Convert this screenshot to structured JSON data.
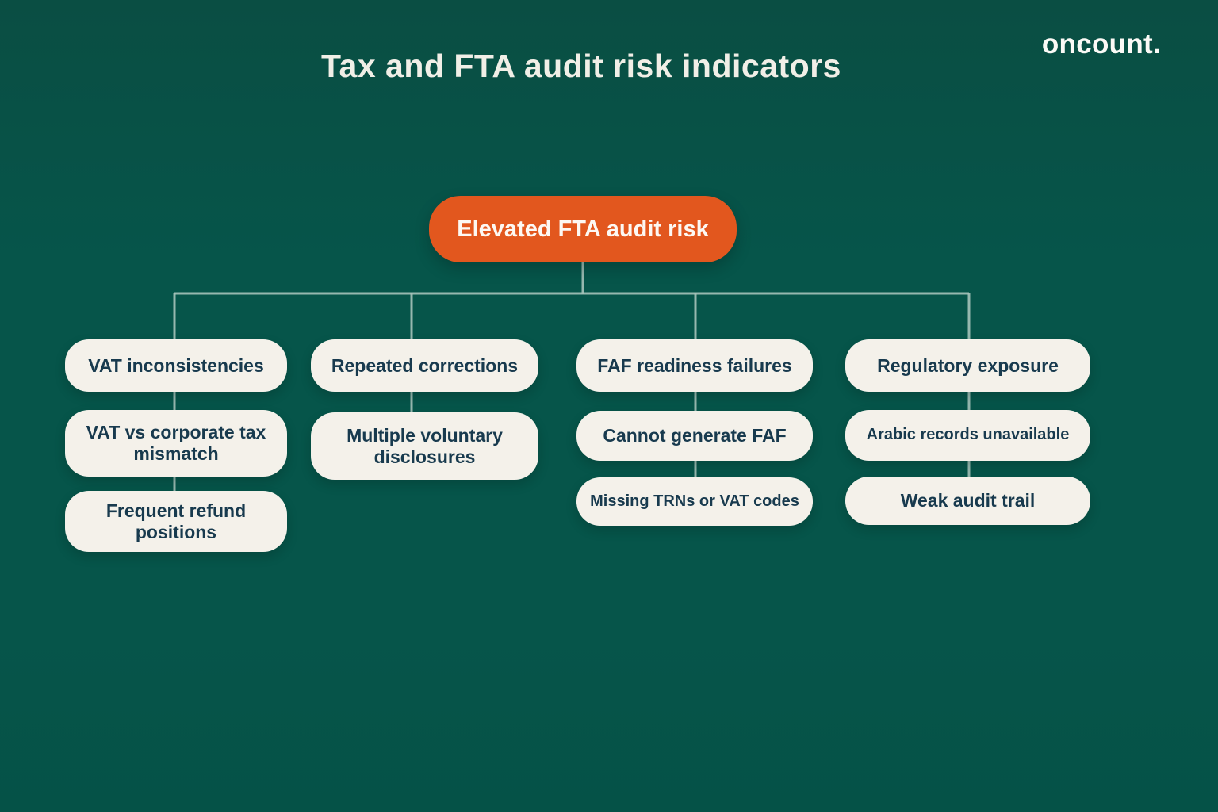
{
  "header": {
    "title": "Tax and FTA audit risk indicators",
    "brand": "oncount."
  },
  "colors": {
    "background": "#06554a",
    "accent_orange": "#e2571e",
    "node_fill": "#f4f1ea",
    "node_text": "#183a4e",
    "connector": "#a6c3bb",
    "title_text": "#f1efe7"
  },
  "diagram": {
    "root": {
      "label": "Elevated FTA audit risk"
    },
    "branches": [
      {
        "items": [
          "VAT inconsistencies",
          "VAT vs corporate tax mismatch",
          "Frequent refund positions"
        ]
      },
      {
        "items": [
          "Repeated corrections",
          "Multiple voluntary disclosures"
        ]
      },
      {
        "items": [
          "FAF readiness failures",
          "Cannot generate FAF",
          "Missing TRNs or VAT codes"
        ]
      },
      {
        "items": [
          "Regulatory exposure",
          "Arabic records unavailable",
          "Weak audit trail"
        ]
      }
    ]
  }
}
